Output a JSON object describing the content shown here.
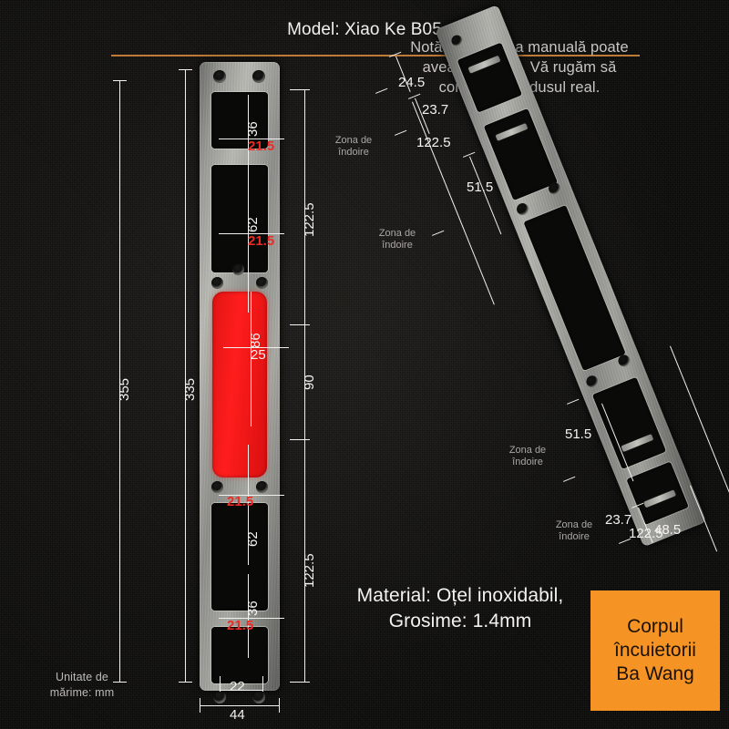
{
  "header": {
    "model_title": "Model: Xiao Ke B05",
    "note_line1": "Notă: Măsurarea manuală poate",
    "note_line2": "avea mici erori. Vă rugăm să",
    "note_line3": "consultați produsul real."
  },
  "footer": {
    "material_line1": "Material: Oțel inoxidabil,",
    "material_line2": "Grosime: 1.4mm",
    "unit_line1": "Unitate de",
    "unit_line2": "mărime: mm",
    "badge_line1": "Corpul",
    "badge_line2": "încuietorii",
    "badge_line3": "Ba Wang"
  },
  "colors": {
    "accent_orange": "#f59324",
    "divider_orange": "#c8823a",
    "highlight_red": "#ec2b26",
    "background": "#0b0a09",
    "metal_light": "#b9bab4"
  },
  "flat_plate": {
    "dimensions": {
      "overall_length": "355",
      "inner_length": "335",
      "upper_span": "122.5",
      "center_span": "90",
      "lower_span": "122.5",
      "hole_spacing": "22",
      "plate_width": "44",
      "slot_top_height": "36",
      "slot_top_offset": "21.5",
      "slot_upper_height": "62",
      "slot_upper_offset": "21.5",
      "red_slot_height": "86",
      "red_slot_width": "25",
      "slot_lower_offset": "21.5",
      "slot_lower_height": "62",
      "slot_bottom_height": "36",
      "slot_bottom_offset": "21.5"
    }
  },
  "angled_plate": {
    "dimensions": {
      "top_tab": "24.5",
      "top_slot": "23.7",
      "upper_span": "122.5",
      "upper_slot": "51.5",
      "lower_slot": "51.5",
      "lower_span": "122.5",
      "bottom_slot": "23.7",
      "bottom_tab": "48.5"
    },
    "bend_labels": [
      {
        "line1": "Zona de",
        "line2": "îndoire"
      },
      {
        "line1": "Zona de",
        "line2": "îndoire"
      },
      {
        "line1": "Zona de",
        "line2": "îndoire"
      },
      {
        "line1": "Zona de",
        "line2": "îndoire"
      }
    ]
  }
}
